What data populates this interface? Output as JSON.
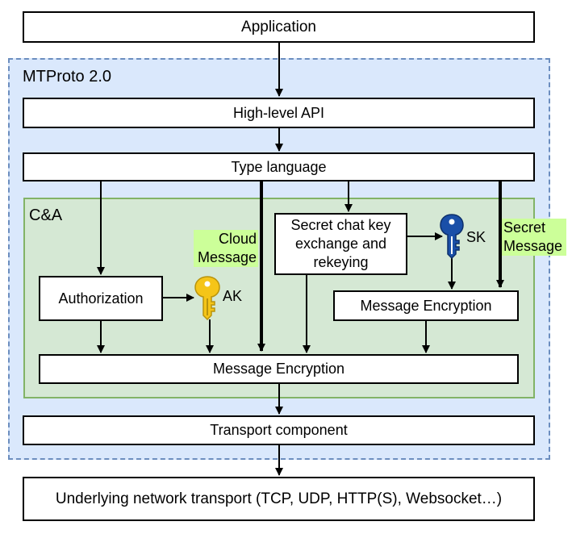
{
  "colors": {
    "mtproto_fill": "#dae8fc",
    "mtproto_border": "#6c8ebf",
    "ca_fill": "#d5e8d4",
    "ca_border": "#82b366",
    "tag_fill": "#ccff99",
    "ak_key": "#f5c518",
    "sk_key": "#1a4fa8"
  },
  "nodes": {
    "application": "Application",
    "high_level_api": "High-level API",
    "type_language": "Type language",
    "secret_chat_key_exchange": "Secret chat key exchange and rekeying",
    "authorization": "Authorization",
    "message_encryption_secret": "Message Encryption",
    "message_encryption_main": "Message Encryption",
    "transport_component": "Transport component",
    "network_transport": "Underlying network transport (TCP, UDP, HTTP(S), Websocket…)"
  },
  "regions": {
    "mtproto": "MTProto 2.0",
    "ca": "C&A"
  },
  "labels": {
    "cloud_message": "Cloud Message",
    "secret_message": "Secret Message"
  },
  "keys": {
    "ak": {
      "label": "AK",
      "icon": "key-icon"
    },
    "sk": {
      "label": "SK",
      "icon": "key-icon"
    }
  }
}
